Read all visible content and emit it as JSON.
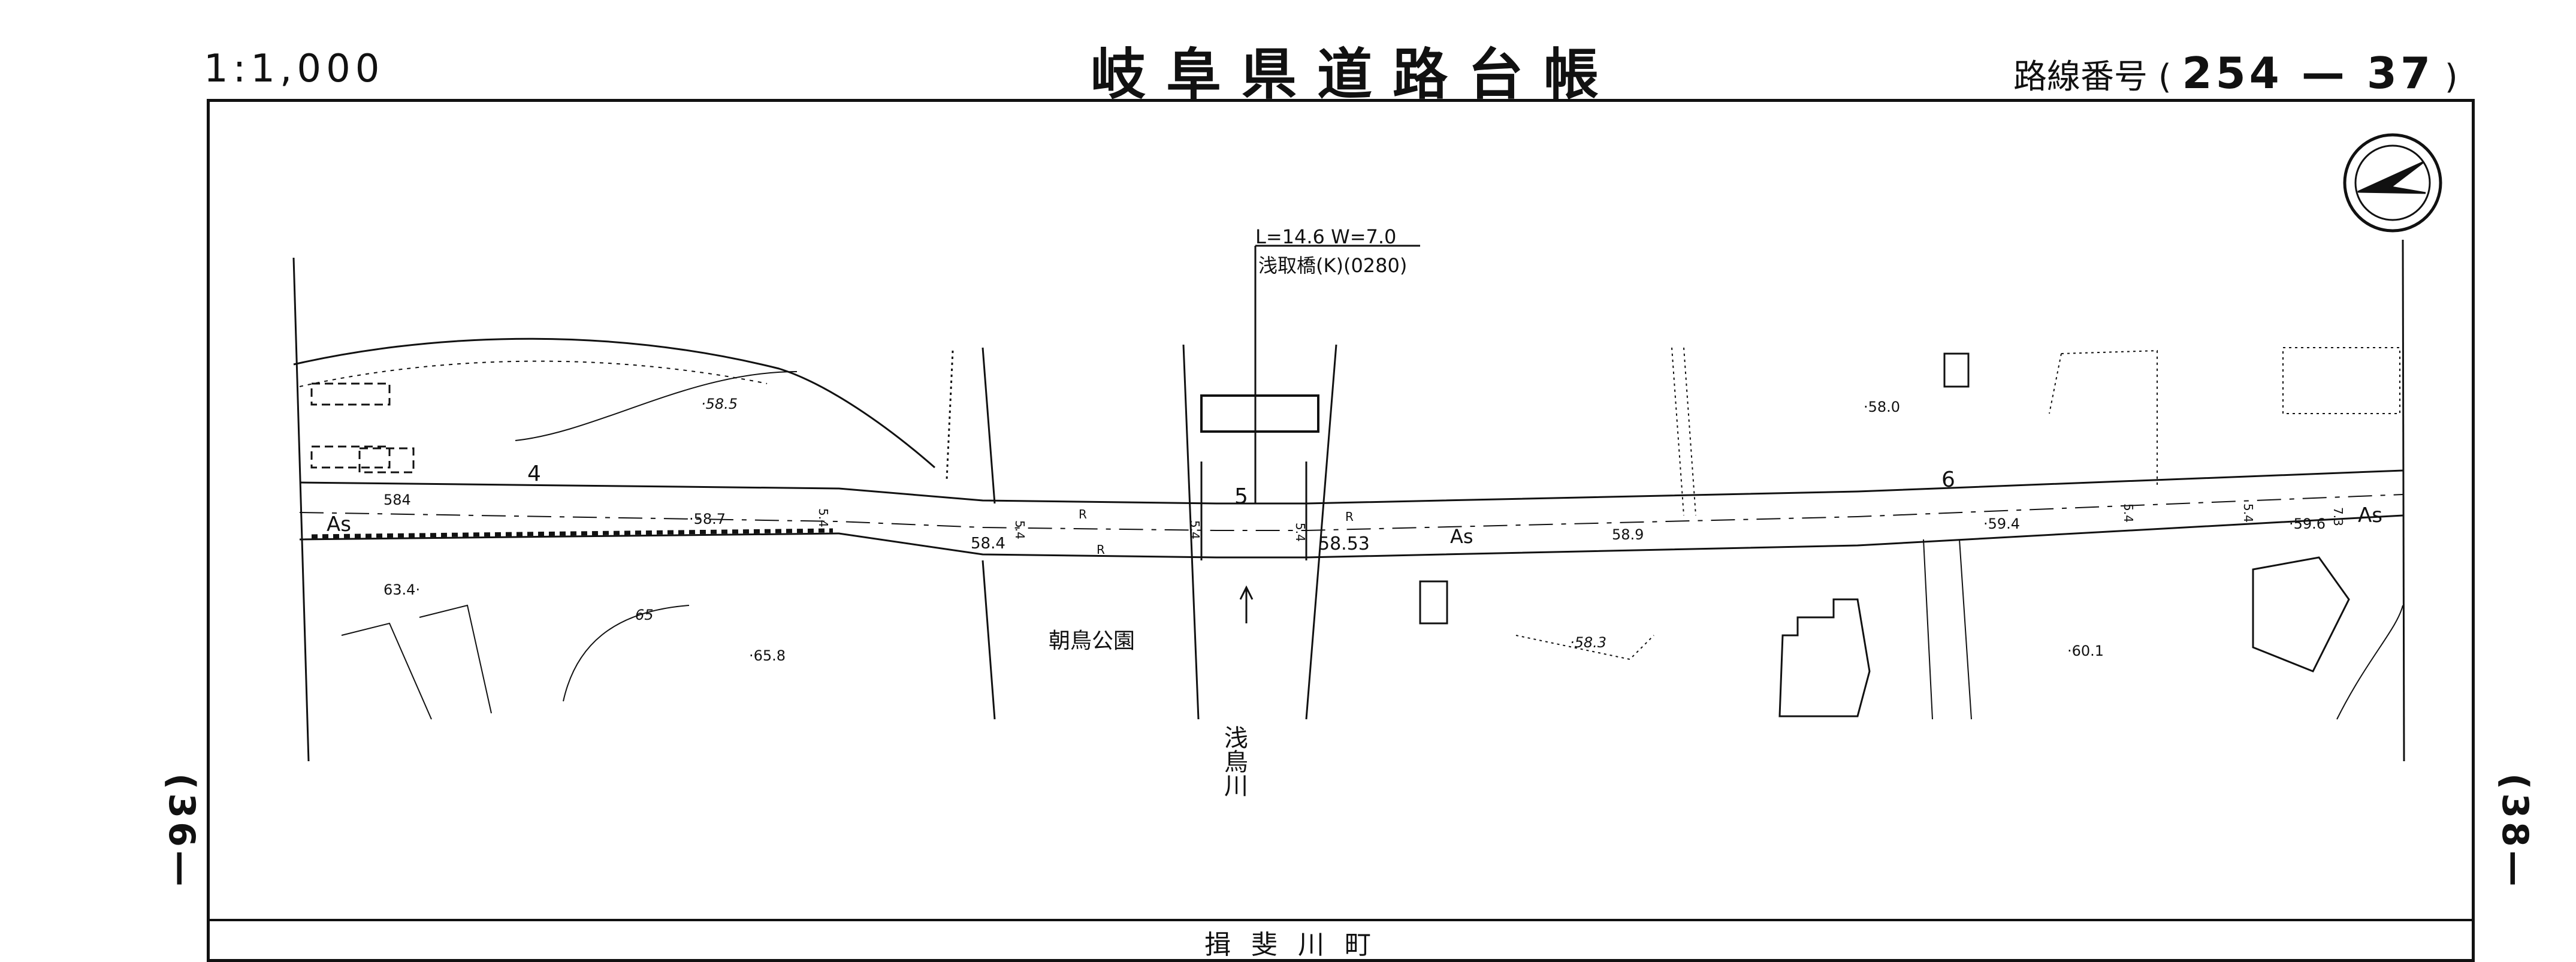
{
  "header": {
    "scale": "1:1,000",
    "title": "岐阜県道路台帳",
    "route_label": "路線番号",
    "route_open": "(",
    "route_number": "254 — 37",
    "route_close": ")"
  },
  "side": {
    "left_page": "(36—",
    "right_page": "(38—"
  },
  "map": {
    "bridge_spec": "L=14.6 W=7.0",
    "bridge_name": "浅取橋(K)(0280)",
    "park_name": "朝鳥公園",
    "river_name": "浅鳥川",
    "footer_town": "揖 斐 川 町",
    "surface": "As",
    "surface_mid": "As",
    "surface_right": "As",
    "section_4": "4",
    "section_5": "5",
    "section_6": "6",
    "r1": "R",
    "r2": "R",
    "r3": "R",
    "elevations": {
      "e585": "·58.5",
      "e584": "584",
      "e587": "·58.7",
      "e584b": "58.4",
      "e634": "63.4·",
      "e65": "65",
      "e658": "·65.8",
      "e5853": "58.53",
      "e589": "58.9",
      "e594": "·59.4",
      "e596": "·59.6",
      "e580": "·58.0",
      "e583": "·58.3",
      "e601": "·60.1"
    },
    "widths": {
      "w1": "5.4",
      "w2": "5.4",
      "w3": "5.4",
      "w4": "5.4",
      "w5": "5.4",
      "w6": "5.4",
      "w7": "7.3"
    }
  }
}
